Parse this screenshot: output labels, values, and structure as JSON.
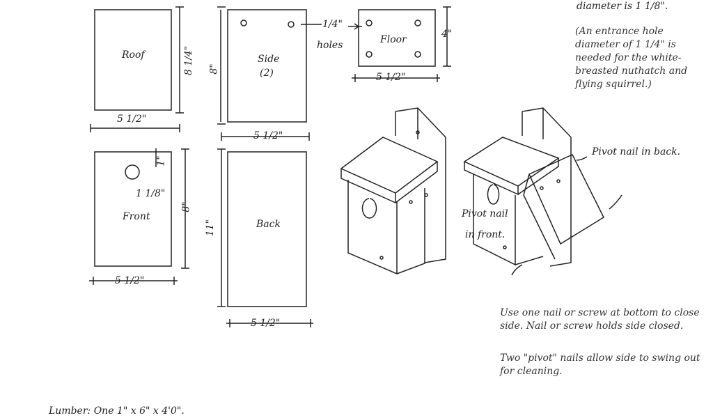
{
  "pieces": {
    "roof": {
      "label": "Roof",
      "height": "8 1/4\"",
      "width": "5 1/2\""
    },
    "side": {
      "label": "Side",
      "count": "(2)",
      "height": "8\"",
      "width": "5 1/2\""
    },
    "floor": {
      "label": "Floor",
      "height": "4\"",
      "width": "5 1/2\""
    },
    "holes": {
      "size": "1/4\"",
      "label": "holes"
    },
    "front": {
      "label": "Front",
      "hole_offset": "1\"",
      "hole_diameter": "1 1/8\"",
      "height": "8\"",
      "width": "5 1/2\""
    },
    "back": {
      "label": "Back",
      "height": "11\"",
      "width": "5 1/2\""
    }
  },
  "notes": {
    "top_cut": "diameter is 1 1/8\".",
    "entrance": "(An entrance hole diameter of 1 1/4\" is needed for the white-breasted nuthatch and flying squirrel.)",
    "pivot_back": "Pivot nail in back.",
    "pivot_front_1": "Pivot nail",
    "pivot_front_2": "in front.",
    "close": "Use one nail or screw at bottom to close side. Nail or screw holds side closed.",
    "pivot": "Two \"pivot\" nails allow side to swing out for cleaning.",
    "lumber": "Lumber: One 1\" x 6\" x 4'0\"."
  }
}
